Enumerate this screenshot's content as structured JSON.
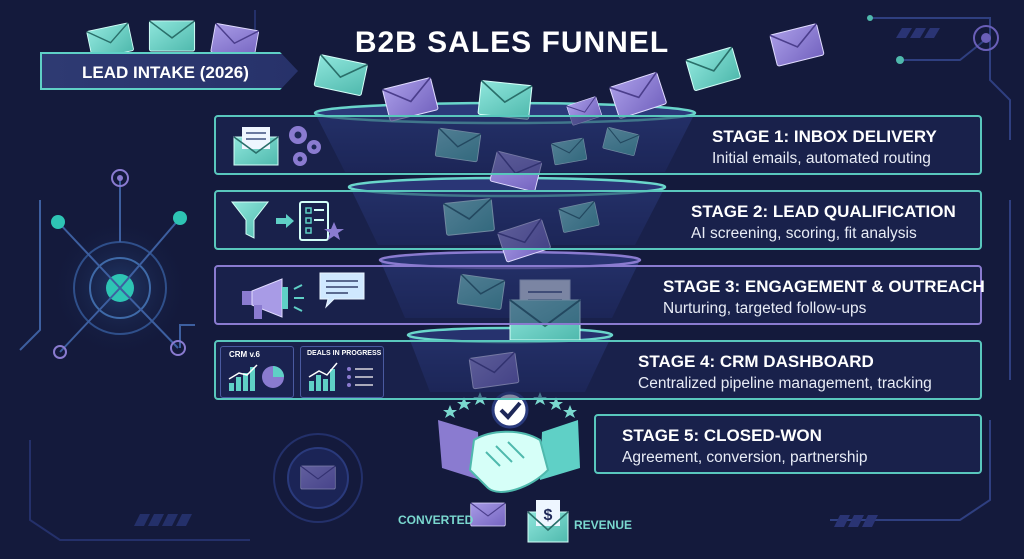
{
  "title": "B2B SALES FUNNEL",
  "intake_label": "LEAD INTAKE (2026)",
  "stages": [
    {
      "title": "STAGE 1: INBOX DELIVERY",
      "description": "Initial emails, automated routing"
    },
    {
      "title": "STAGE 2: LEAD QUALIFICATION",
      "description": "AI screening, scoring, fit analysis"
    },
    {
      "title": "STAGE 3: ENGAGEMENT & OUTREACH",
      "description": "Nurturing, targeted follow-ups"
    },
    {
      "title": "STAGE 4: CRM DASHBOARD",
      "description": "Centralized pipeline management, tracking"
    },
    {
      "title": "STAGE 5: CLOSED-WON",
      "description": "Agreement, conversion, partnership"
    }
  ],
  "crm_panel": {
    "left_title": "CRM v.6",
    "right_title": "DEALS IN PROGRESS"
  },
  "outputs": {
    "converted": "CONVERTED",
    "revenue": "REVENUE"
  },
  "icons": [
    "envelope-icon",
    "gear-icon",
    "funnel-icon",
    "checklist-icon",
    "star-icon",
    "megaphone-icon",
    "chat-bubble-icon",
    "chart-icon",
    "handshake-icon",
    "checkmark-icon",
    "dollar-icon"
  ],
  "colors": {
    "background": "#141a3c",
    "teal": "#5fd0c6",
    "purple": "#8a7bd0",
    "panel": "#1e2858"
  }
}
